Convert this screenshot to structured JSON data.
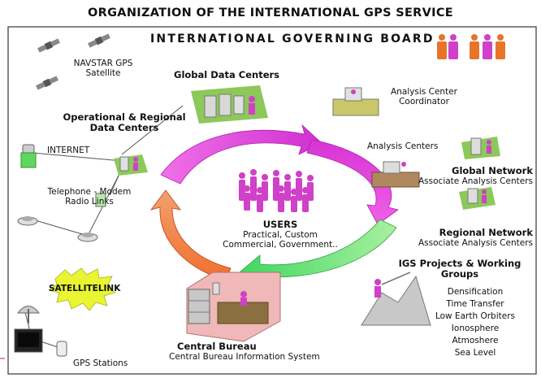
{
  "title": "ORGANIZATION OF THE INTERNATIONAL GPS SERVICE",
  "board": "INTERNATIONAL GOVERNING BOARD",
  "navstar": [
    "NAVSTAR GPS",
    "Satellite"
  ],
  "global_data_centers": "Global Data Centers",
  "operational_centers": [
    "Operational & Regional",
    "Data Centers"
  ],
  "internet": "INTERNET",
  "telephone": [
    "Telephone - Modem",
    "Radio Links"
  ],
  "satellitelink": "SATELLITELINK",
  "gps_stations": "GPS Stations",
  "analysis_coordinator": [
    "Analysis Center",
    "Coordinator"
  ],
  "analysis_centers": "Analysis Centers",
  "global_network": [
    "Global Network",
    "Associate Analysis Centers"
  ],
  "regional_network": [
    "Regional Network",
    "Associate Analysis Centers"
  ],
  "igs_projects": [
    "IGS Projects & Working",
    "Groups"
  ],
  "projects": [
    "Densification",
    "Time Transfer",
    "Low Earth Orbiters",
    "Ionosphere",
    "Atmoshere",
    "Sea Level"
  ],
  "users": [
    "USERS",
    "Practical, Custom",
    "Commercial, Government.."
  ],
  "central_bureau": [
    "Central Bureau",
    "Central Bureau Information System"
  ],
  "colors": {
    "magenta": "#e02ad8",
    "pink": "#f04ad8",
    "green": "#58e070",
    "orange": "#e8602a",
    "figure": "#d040c8",
    "board_people": "#e8742a"
  }
}
